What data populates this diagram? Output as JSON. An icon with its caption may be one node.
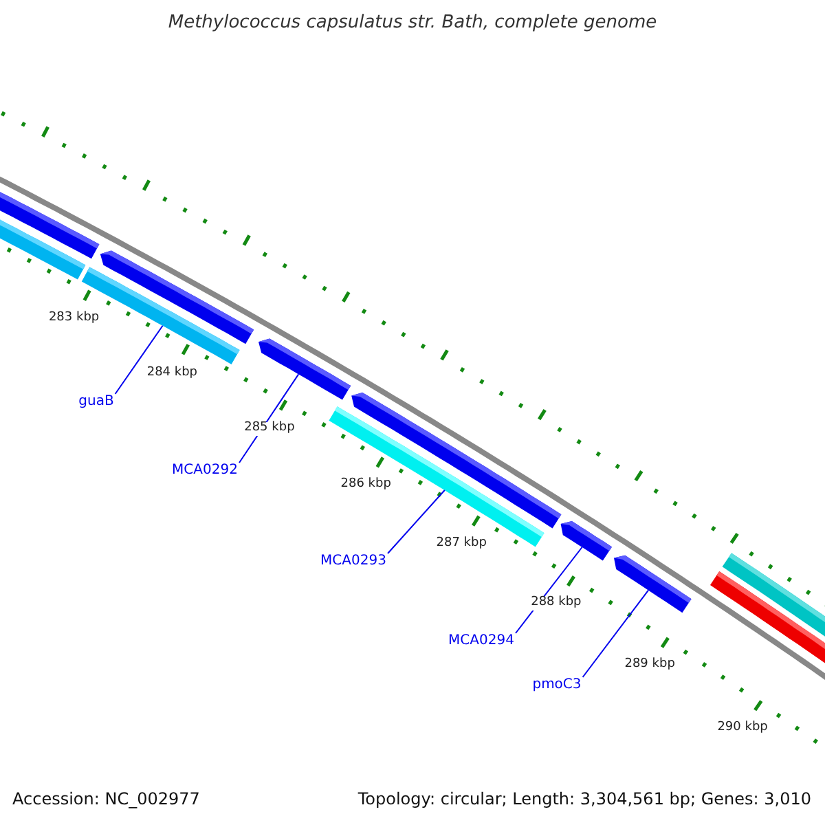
{
  "diagram": {
    "title": "Methylococcus capsulatus str. Bath, complete genome",
    "nodes": [
      {
        "text": [],
        "shape": "bar"
      },
      {
        "text": [],
        "shape": "arrow"
      },
      {
        "text": [],
        "shape": "bar"
      },
      {
        "text": [],
        "shape": "bar"
      },
      {
        "text": [],
        "shape": "arrow"
      },
      {
        "text": [],
        "shape": "arrow"
      },
      {
        "text": [],
        "shape": "bar"
      },
      {
        "text": [],
        "shape": "arrow"
      },
      {
        "text": [],
        "shape": "arrow"
      },
      {
        "text": [],
        "shape": "bar"
      },
      {
        "text": [],
        "shape": "bar"
      },
      {
        "text": [
          "guaB"
        ]
      },
      {
        "text": [
          "MCA0292"
        ]
      },
      {
        "text": [
          "MCA0293"
        ]
      },
      {
        "text": [
          "MCA0294"
        ]
      },
      {
        "text": [
          "pmoC3"
        ]
      }
    ],
    "edges": [
      {
        "from": 11,
        "to": 3,
        "arrow": "none"
      },
      {
        "from": 12,
        "to": 4,
        "arrow": "none"
      },
      {
        "from": 13,
        "to": 6,
        "arrow": "none"
      },
      {
        "from": 14,
        "to": 7,
        "arrow": "none"
      },
      {
        "from": 15,
        "to": 8,
        "arrow": "none"
      }
    ],
    "labels": [
      "283 kbp",
      "284 kbp",
      "285 kbp",
      "286 kbp",
      "287 kbp",
      "288 kbp",
      "289 kbp",
      "290 kbp",
      "Accession: NC_002977",
      "Topology: circular; Length: 3,304,561 bp; Genes: 3,010"
    ]
  }
}
